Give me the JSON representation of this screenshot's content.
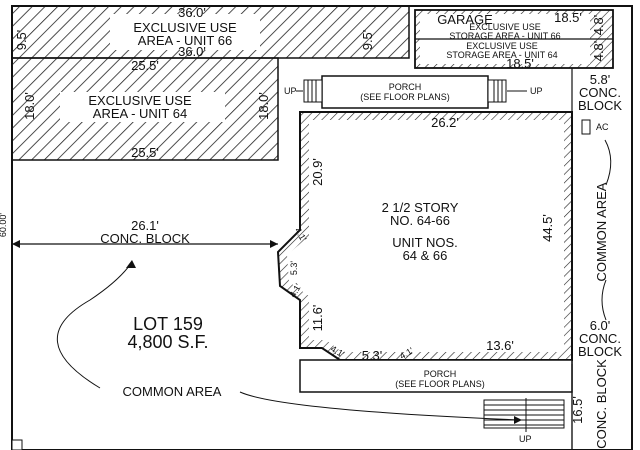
{
  "plan": {
    "unit66_exclusive": {
      "label_line1": "EXCLUSIVE USE",
      "label_line2": "AREA - UNIT 66",
      "dim_top": "36.0'",
      "dim_bottom": "36.0'",
      "dim_left": "9.5'",
      "dim_right": "9.5'"
    },
    "unit64_exclusive": {
      "label_line1": "EXCLUSIVE USE",
      "label_line2": "AREA - UNIT 64",
      "dim_top": "25.5'",
      "dim_bottom": "25.5'",
      "dim_left": "18.0'",
      "dim_right": "18.0'"
    },
    "garage": {
      "title": "GARAGE",
      "dim_top": "18.5'",
      "dim_bottom": "18.5'",
      "dim_right_top": "4.8'",
      "dim_right_bottom": "4.8'",
      "storage66_line1": "EXCLUSIVE USE",
      "storage66_line2": "STORAGE AREA - UNIT 66",
      "storage64_line1": "EXCLUSIVE USE",
      "storage64_line2": "STORAGE AREA - UNIT 64"
    },
    "porch_top": {
      "line1": "PORCH",
      "line2": "(SEE FLOOR PLANS)"
    },
    "porch_bottom": {
      "line1": "PORCH",
      "line2": "(SEE FLOOR PLANS)"
    },
    "up_labels": [
      "UP",
      "UP",
      "UP"
    ],
    "conc_block_top_right": {
      "dim": "5.8'",
      "line1": "CONC.",
      "line2": "BLOCK"
    },
    "conc_block_mid_right": {
      "dim": "6.0'",
      "line1": "CONC.",
      "line2": "BLOCK"
    },
    "conc_block_bottom_right": {
      "dim": "16.5'",
      "label": "CONC. BLOCK"
    },
    "conc_block_left": {
      "dim": "26.1'",
      "label": "CONC. BLOCK"
    },
    "building": {
      "line1": "2 1/2 STORY",
      "line2": "NO. 64-66",
      "line3": "UNIT NOS.",
      "line4": "64 & 66",
      "dim_top": "26.2'",
      "dim_right": "44.5'",
      "dim_left_upper": "20.9'",
      "dim_left_lower": "11.6'",
      "dim_bay_upper": "4.1'",
      "dim_bay_mid": "5.3'",
      "dim_bay_lower": "4.1'",
      "dim_bottom_bay_left": "4.1'",
      "dim_bottom_bay_mid": "5.3'",
      "dim_bottom_bay_right": "4.1'",
      "dim_bottom": "13.6'"
    },
    "ac_label": "AC",
    "common_area_right": "COMMON AREA",
    "common_area_bottom": "COMMON AREA",
    "lot": {
      "line1": "LOT 159",
      "line2": "4,800 S.F."
    },
    "lot_depth": "60.00'"
  }
}
